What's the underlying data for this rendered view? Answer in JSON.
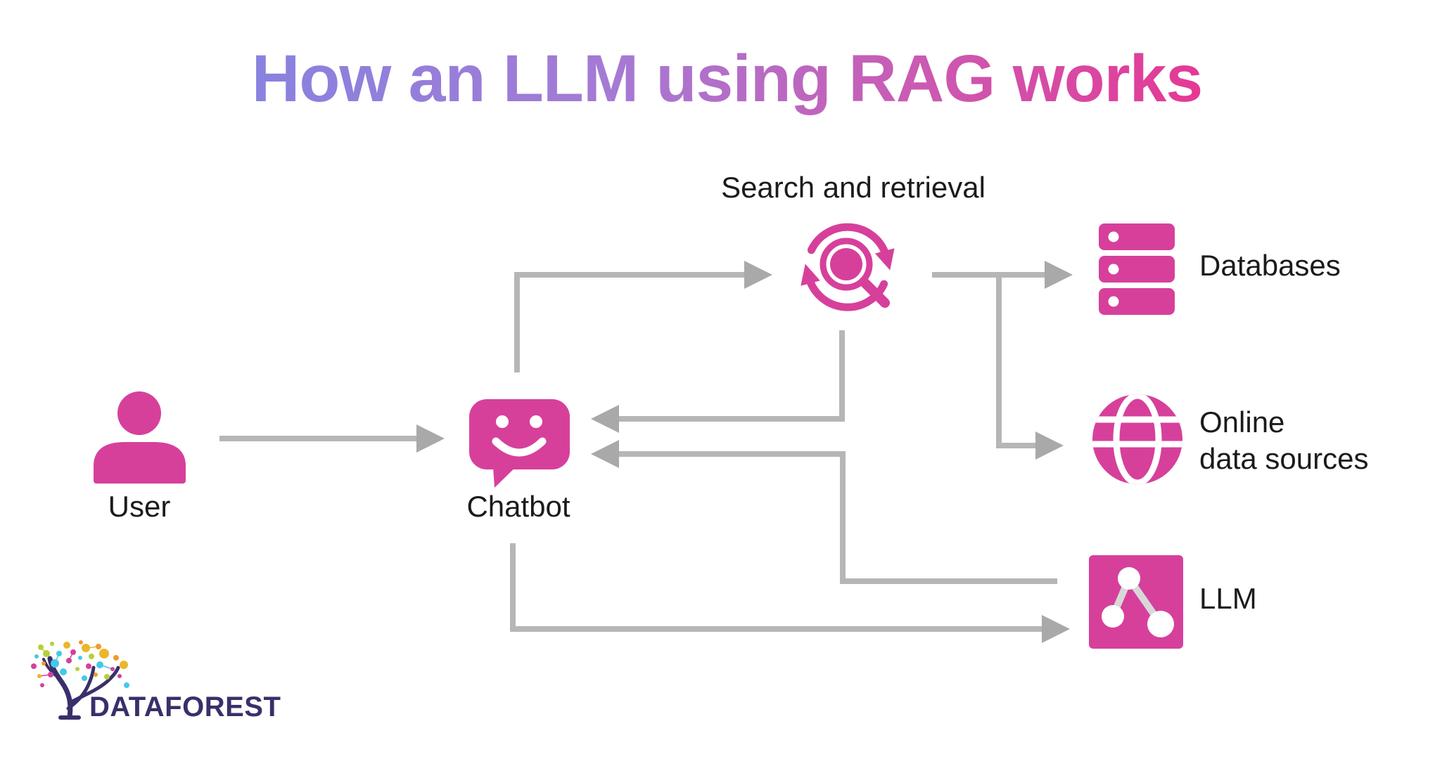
{
  "title": {
    "text": "How an LLM using RAG works",
    "gradient_start": "#7b87e3",
    "gradient_mid": "#a57ad4",
    "gradient_end": "#e43a95"
  },
  "nodes": {
    "user": {
      "label": "User",
      "icon": "person-icon"
    },
    "chatbot": {
      "label": "Chatbot",
      "icon": "chat-bubble-smiley-icon"
    },
    "search": {
      "label": "Search and retrieval",
      "icon": "magnifier-refresh-icon"
    },
    "databases": {
      "label": "Databases",
      "icon": "server-stack-icon"
    },
    "online": {
      "line1": "Online",
      "line2": "data sources",
      "icon": "globe-icon"
    },
    "llm": {
      "label": "LLM",
      "icon": "network-nodes-icon"
    }
  },
  "connections": [
    {
      "from": "User",
      "to": "Chatbot"
    },
    {
      "from": "Chatbot",
      "to": "Search and retrieval"
    },
    {
      "from": "Search and retrieval",
      "to": "Databases"
    },
    {
      "from": "Search and retrieval",
      "to": "Online data sources"
    },
    {
      "from": "Search and retrieval",
      "to": "Chatbot"
    },
    {
      "from": "LLM",
      "to": "Chatbot"
    },
    {
      "from": "Chatbot",
      "to": "LLM"
    }
  ],
  "logo": {
    "text": "DATAFOREST"
  },
  "colors": {
    "brand_pink": "#d6409b",
    "arrow_gray": "#b6b6b6",
    "arrowhead_gray": "#a9a9a9",
    "label_text": "#1b1b1b",
    "logo_navy": "#38306a",
    "logo_dot_green": "#b6cf3a",
    "logo_dot_cyan": "#45c8e8",
    "logo_dot_yellow": "#eab72b",
    "logo_dot_orange": "#f09a2e",
    "logo_dot_magenta": "#d6409b"
  }
}
